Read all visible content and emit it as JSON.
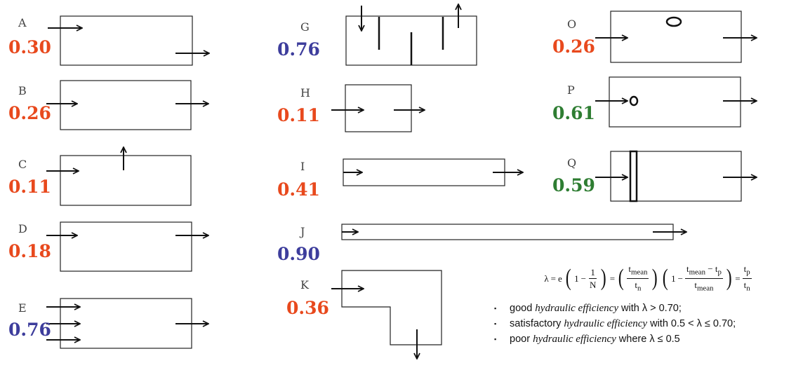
{
  "colors": {
    "red": "#e8491d",
    "blue": "#3d3d9c",
    "green": "#2e7d32"
  },
  "configs": [
    {
      "label": "A",
      "value": "0.30",
      "color": "red"
    },
    {
      "label": "B",
      "value": "0.26",
      "color": "red"
    },
    {
      "label": "C",
      "value": "0.11",
      "color": "red"
    },
    {
      "label": "D",
      "value": "0.18",
      "color": "red"
    },
    {
      "label": "E",
      "value": "0.76",
      "color": "blue"
    },
    {
      "label": "G",
      "value": "0.76",
      "color": "blue"
    },
    {
      "label": "H",
      "value": "0.11",
      "color": "red"
    },
    {
      "label": "I",
      "value": "0.41",
      "color": "red"
    },
    {
      "label": "J",
      "value": "0.90",
      "color": "blue"
    },
    {
      "label": "K",
      "value": "0.36",
      "color": "red"
    },
    {
      "label": "O",
      "value": "0.26",
      "color": "red"
    },
    {
      "label": "P",
      "value": "0.61",
      "color": "green"
    },
    {
      "label": "Q",
      "value": "0.59",
      "color": "green"
    }
  ],
  "formula": {
    "lambda": "λ",
    "eq": "=",
    "e": "e",
    "one": "1",
    "minus": "−",
    "N": "N",
    "t_mean": "t",
    "mean_sub": "mean",
    "t_n": "t",
    "n_sub": "n",
    "t_p": "t",
    "p_sub": "p"
  },
  "legend": [
    {
      "prefix": "good ",
      "term": "hydraulic efficiency",
      "suffix": " with λ > 0.70;"
    },
    {
      "prefix": "satisfactory ",
      "term": "hydraulic efficiency",
      "suffix": " with 0.5 < λ ≤ 0.70;"
    },
    {
      "prefix": "poor ",
      "term": "hydraulic efficiency",
      "suffix": " where λ ≤ 0.5"
    }
  ]
}
